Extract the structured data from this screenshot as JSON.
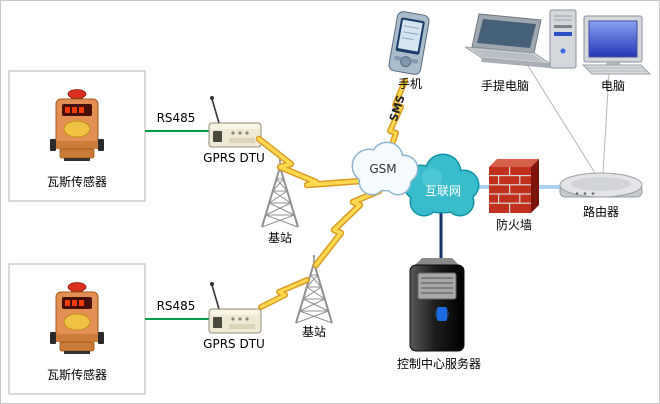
{
  "diagram": {
    "nodes": {
      "sensor1": {
        "label": "瓦斯传感器"
      },
      "sensor2": {
        "label": "瓦斯传感器"
      },
      "dtu1": {
        "label": "GPRS DTU"
      },
      "dtu2": {
        "label": "GPRS DTU"
      },
      "base_station1": {
        "label": "基站"
      },
      "base_station2": {
        "label": "基站"
      },
      "gsm_cloud": {
        "label": "GSM"
      },
      "internet_cloud": {
        "label": "互联网"
      },
      "phone": {
        "label": "手机"
      },
      "laptop": {
        "label": "手提电脑"
      },
      "pc": {
        "label": "电脑"
      },
      "firewall": {
        "label": "防火墙"
      },
      "router": {
        "label": "路由器"
      },
      "server": {
        "label": "控制中心服务器"
      }
    },
    "links": {
      "rs485_1": {
        "label": "RS485"
      },
      "rs485_2": {
        "label": "RS485"
      },
      "sms": {
        "label": "SMS"
      }
    },
    "colors": {
      "rs485_line": "#00a04a",
      "lightning_fill": "#ffd94f",
      "lightning_edge": "#dc9a22",
      "lan_line": "#a9d3ef",
      "server_line": "#17356e",
      "gsm_cloud_fill": "#f5fbff",
      "internet_cloud_fill": "#39bdcd",
      "firewall_brick": "#c0301c"
    }
  }
}
